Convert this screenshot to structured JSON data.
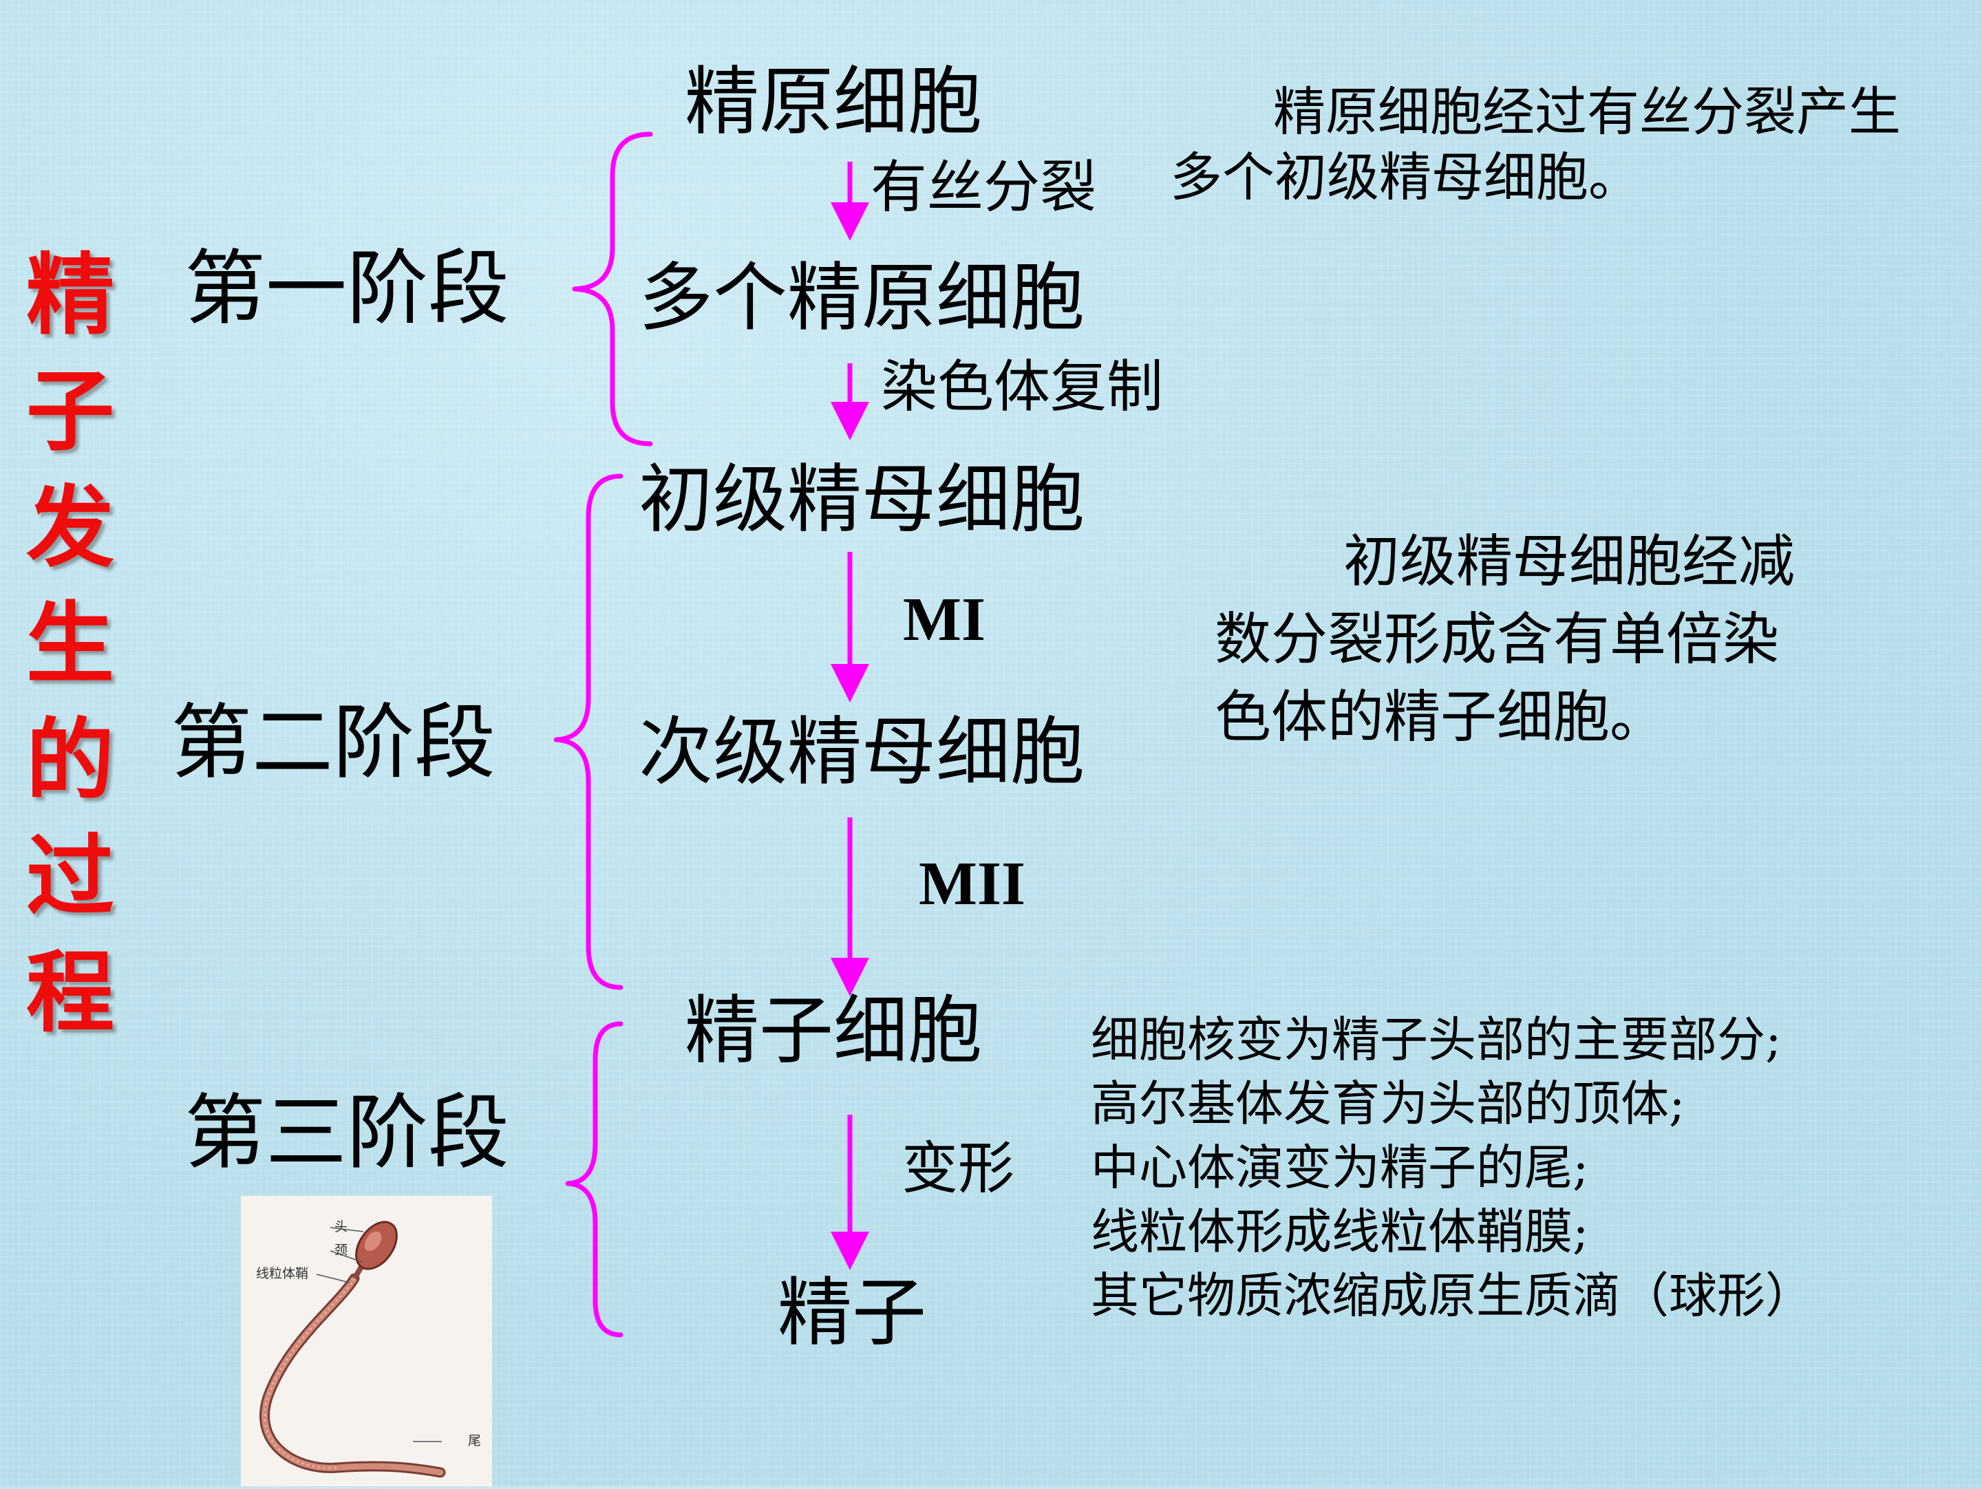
{
  "title_chars": [
    "精",
    "子",
    "发",
    "生",
    "的",
    "过",
    "程"
  ],
  "stages": {
    "one": "第一阶段",
    "two": "第二阶段",
    "three": "第三阶段"
  },
  "cells": {
    "spermatogonium": "精原细胞",
    "many_spermatogonia": "多个精原细胞",
    "primary_spermatocyte": "初级精母细胞",
    "secondary_spermatocyte": "次级精母细胞",
    "spermatid": "精子细胞",
    "sperm": "精子"
  },
  "processes": {
    "mitosis": "有丝分裂",
    "chromosome_replication": "染色体复制",
    "meiosis1": "MI",
    "meiosis2": "MII",
    "transformation": "变形"
  },
  "notes": {
    "stage1": [
      "精原细胞经过有丝分裂产生",
      "多个初级精母细胞。"
    ],
    "stage2": [
      "初级精母细胞经减",
      "数分裂形成含有单倍染",
      "色体的精子细胞。"
    ],
    "stage3": [
      "细胞核变为精子头部的主要部分;",
      "高尔基体发育为头部的顶体;",
      "中心体演变为精子的尾;",
      "线粒体形成线粒体鞘膜;",
      "其它物质浓缩成原生质滴（球形）"
    ]
  },
  "sperm_figure_labels": {
    "head": "头",
    "neck": "颈",
    "mito_sheath": "线粒体鞘",
    "tail": "尾"
  },
  "colors": {
    "title": "#ee0c0c",
    "brace_arrow": "#ff00ff",
    "background": "#bfe4ef"
  }
}
